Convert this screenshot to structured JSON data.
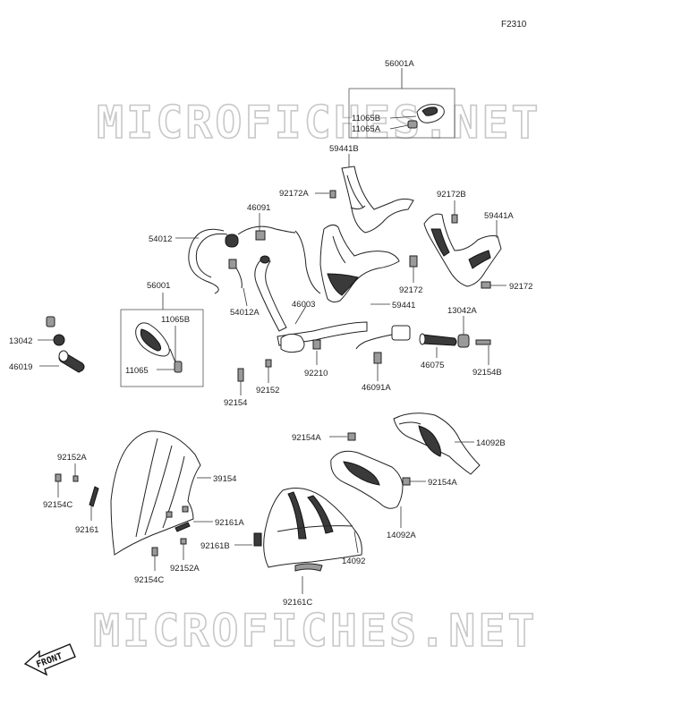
{
  "figure_id": "F2310",
  "watermark": [
    "MICROFICHES.NET",
    "MICROFICHES.NET"
  ],
  "front_label": "FRONT",
  "parts": {
    "p56001A": "56001A",
    "p11065B_top": "11065B",
    "p11065A": "11065A",
    "p59441B": "59441B",
    "p92172A": "92172A",
    "p92172B": "92172B",
    "p59441A": "59441A",
    "p46091": "46091",
    "p54012": "54012",
    "p92172_left": "92172",
    "p92172_right": "92172",
    "p56001": "56001",
    "p54012A": "54012A",
    "p46003": "46003",
    "p59441": "59441",
    "p11065B_left": "11065B",
    "p13042A": "13042A",
    "p13042": "13042",
    "p46019": "46019",
    "p11065": "11065",
    "p92210": "92210",
    "p46075": "46075",
    "p92154B": "92154B",
    "p92152_mid": "92152",
    "p92154_mid": "92154",
    "p46091A": "46091A",
    "p92154A_top": "92154A",
    "p14092B": "14092B",
    "p92152A_top": "92152A",
    "p39154": "39154",
    "p92154A_right": "92154A",
    "p92154C_top": "92154C",
    "p92161A": "92161A",
    "p92161": "92161",
    "p14092A": "14092A",
    "p92161B": "92161B",
    "p14092": "14092",
    "p92152A_bottom": "92152A",
    "p92154C_bottom": "92154C",
    "p92161C": "92161C"
  }
}
